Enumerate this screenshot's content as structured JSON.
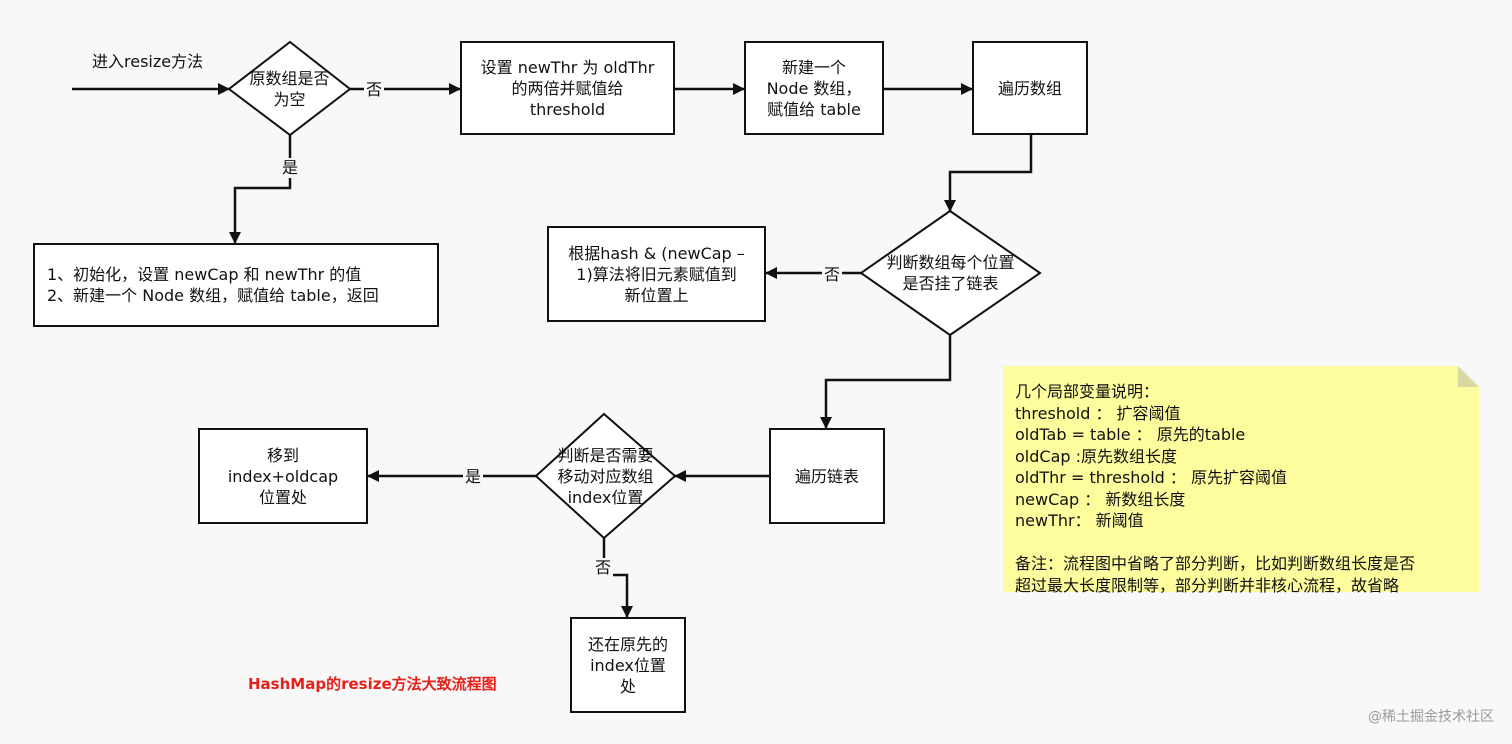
{
  "entry_label": "进入resize方法",
  "nodes": {
    "is_empty": "原数组是否\n为空",
    "init_box": "1、初始化，设置 newCap 和 newThr 的值\n2、新建一个 Node 数组，赋值给 table，返回",
    "set_newthr": "设置 newThr 为 oldThr\n的两倍并赋值给\nthreshold",
    "new_node_array": "新建一个\nNode 数组，\n赋值给 table",
    "traverse_array": "遍历数组",
    "has_linked_list": "判断数组每个位置\n是否挂了链表",
    "rehash": "根据hash & (newCap –\n1)算法将旧元素赋值到\n新位置上",
    "traverse_list": "遍历链表",
    "need_move": "判断是否需要\n移动对应数组\nindex位置",
    "move_to": "移到\nindex+oldcap\n位置处",
    "stay": "还在原先的\nindex位置\n处"
  },
  "edge_labels": {
    "empty_no": "否",
    "empty_yes": "是",
    "list_no": "否",
    "move_yes": "是",
    "move_no": "否"
  },
  "note": {
    "text": "几个局部变量说明：\nthreshold ： 扩容阈值\noldTab = table ： 原先的table\noldCap :原先数组长度\noldThr = threshold ： 原先扩容阈值\nnewCap ： 新数组长度\nnewThr： 新阈值\n\n备注：流程图中省略了部分判断，比如判断数组长度是否\n超过最大长度限制等，部分判断并非核心流程，故省略",
    "color": "#fdfd9e"
  },
  "caption": "HashMap的resize方法大致流程图",
  "watermark": "@稀土掘金技术社区",
  "colors": {
    "line": "#111111",
    "caption": "#e8201a",
    "background": "#f8f8f8"
  }
}
